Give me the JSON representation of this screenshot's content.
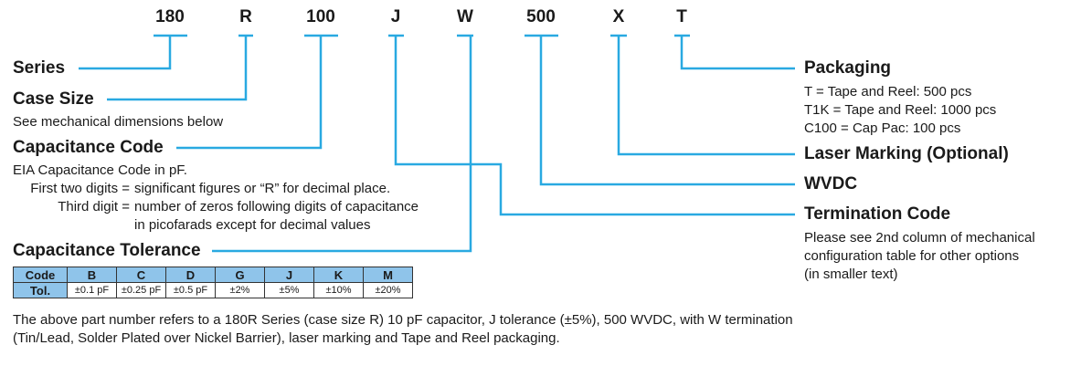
{
  "part_codes": [
    "180",
    "R",
    "100",
    "J",
    "W",
    "500",
    "X",
    "T"
  ],
  "series": {
    "title": "Series"
  },
  "case_size": {
    "title": "Case Size",
    "desc": "See mechanical dimensions below"
  },
  "capacitance_code": {
    "title": "Capacitance Code",
    "line1": "EIA Capacitance Code in pF.",
    "label2": "First two digits =",
    "text2": "significant figures or “R” for decimal place.",
    "label3": "Third digit =",
    "text3": "number of zeros following digits of capacitance",
    "text4": "in picofarads except for decimal values"
  },
  "tolerance": {
    "title": "Capacitance Tolerance",
    "code_label": "Code",
    "tol_label": "Tol.",
    "codes": [
      "B",
      "C",
      "D",
      "G",
      "J",
      "K",
      "M"
    ],
    "values": [
      "±0.1 pF",
      "±0.25 pF",
      "±0.5 pF",
      "±2%",
      "±5%",
      "±10%",
      "±20%"
    ]
  },
  "packaging": {
    "title": "Packaging",
    "lines": [
      "T = Tape and Reel: 500 pcs",
      "T1K = Tape and Reel: 1000 pcs",
      "C100 = Cap Pac: 100 pcs"
    ]
  },
  "laser_marking": {
    "title": "Laser Marking (Optional)"
  },
  "wvdc": {
    "title": "WVDC"
  },
  "termination": {
    "title": "Termination Code",
    "lines": [
      "Please see 2nd column of mechanical",
      "configuration table for other options",
      "(in smaller text)"
    ]
  },
  "footer": {
    "line1": "The above part number refers to a 180R Series (case size R) 10 pF capacitor, J tolerance (±5%), 500 WVDC, with W termination",
    "line2": "(Tin/Lead, Solder Plated over Nickel Barrier), laser marking and Tape and Reel packaging."
  },
  "colors": {
    "line": "#29a9e1",
    "table_header": "#8fc4ea"
  }
}
